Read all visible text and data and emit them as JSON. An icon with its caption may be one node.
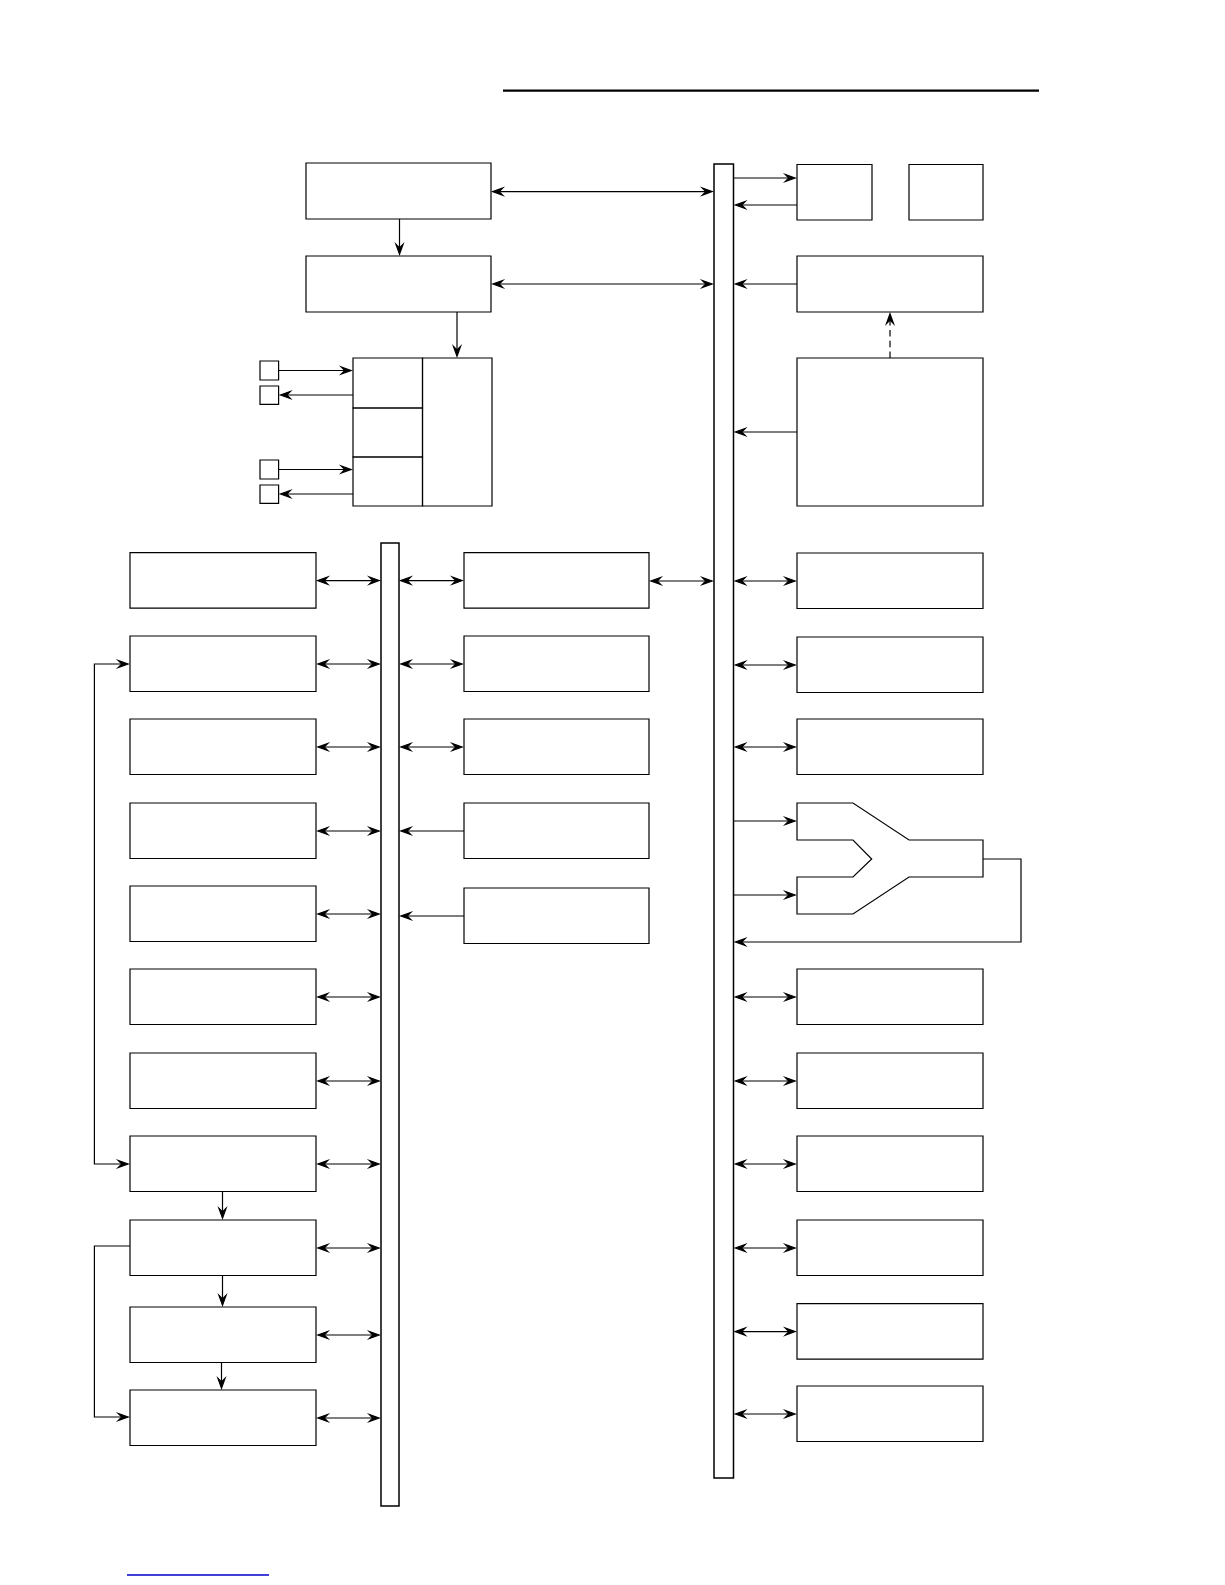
{
  "diagram": {
    "nodes": [
      {
        "text": [],
        "shape": "box"
      },
      {
        "text": [],
        "shape": "box"
      },
      {
        "text": [],
        "shape": "box"
      },
      {
        "text": [],
        "shape": "box"
      },
      {
        "text": [],
        "shape": "box"
      },
      {
        "text": [],
        "shape": "box"
      },
      {
        "text": [],
        "shape": "box"
      },
      {
        "text": [],
        "shape": "box"
      },
      {
        "text": [],
        "shape": "box"
      },
      {
        "text": [],
        "shape": "box"
      },
      {
        "text": [],
        "shape": "box"
      },
      {
        "text": [],
        "shape": "box"
      },
      {
        "text": [],
        "shape": "box"
      },
      {
        "text": [],
        "shape": "box"
      },
      {
        "text": [],
        "shape": "bar"
      },
      {
        "text": [],
        "shape": "bar"
      },
      {
        "text": [],
        "shape": "box"
      },
      {
        "text": [],
        "shape": "box"
      },
      {
        "text": [],
        "shape": "box"
      },
      {
        "text": [],
        "shape": "box"
      },
      {
        "text": [],
        "shape": "box"
      },
      {
        "text": [],
        "shape": "box"
      },
      {
        "text": [],
        "shape": "box"
      },
      {
        "text": [],
        "shape": "box"
      },
      {
        "text": [],
        "shape": "box"
      },
      {
        "text": [],
        "shape": "box"
      },
      {
        "text": [],
        "shape": "box"
      },
      {
        "text": [],
        "shape": "box"
      },
      {
        "text": [],
        "shape": "box"
      },
      {
        "text": [],
        "shape": "fork"
      },
      {
        "text": [],
        "shape": "box"
      },
      {
        "text": [],
        "shape": "box"
      },
      {
        "text": [],
        "shape": "box"
      },
      {
        "text": [],
        "shape": "box"
      },
      {
        "text": [],
        "shape": "box"
      },
      {
        "text": [],
        "shape": "box"
      },
      {
        "text": [],
        "shape": "box"
      },
      {
        "text": [],
        "shape": "box"
      },
      {
        "text": [],
        "shape": "box"
      },
      {
        "text": [],
        "shape": "box"
      },
      {
        "text": [],
        "shape": "box"
      },
      {
        "text": [],
        "shape": "box"
      }
    ],
    "edges": [
      {
        "from": 0,
        "to": 15,
        "arrow": "both"
      },
      {
        "from": 0,
        "to": 3,
        "arrow": "to"
      },
      {
        "from": 3,
        "to": 15,
        "arrow": "both"
      },
      {
        "from": 15,
        "to": 1,
        "arrow": "to"
      },
      {
        "from": 1,
        "to": 15,
        "arrow": "to"
      },
      {
        "from": 4,
        "to": 15,
        "arrow": "to"
      },
      {
        "from": 13,
        "to": 4,
        "arrow": "to",
        "style": "dashed"
      },
      {
        "from": 13,
        "to": 15,
        "arrow": "to"
      },
      {
        "from": 3,
        "to": 12,
        "arrow": "to"
      },
      {
        "from": 5,
        "to": 7,
        "arrow": "to"
      },
      {
        "from": 7,
        "to": 6,
        "arrow": "to"
      },
      {
        "from": 9,
        "to": 11,
        "arrow": "to"
      },
      {
        "from": 11,
        "to": 10,
        "arrow": "to"
      },
      {
        "from": 17,
        "to": 15,
        "arrow": "both"
      },
      {
        "from": 16,
        "to": 14,
        "arrow": "both"
      },
      {
        "from": 19,
        "to": 14,
        "arrow": "both"
      },
      {
        "from": 22,
        "to": 14,
        "arrow": "both"
      },
      {
        "from": 25,
        "to": 14,
        "arrow": "both"
      },
      {
        "from": 27,
        "to": 14,
        "arrow": "both"
      },
      {
        "from": 30,
        "to": 14,
        "arrow": "both"
      },
      {
        "from": 32,
        "to": 14,
        "arrow": "both"
      },
      {
        "from": 34,
        "to": 14,
        "arrow": "both"
      },
      {
        "from": 36,
        "to": 14,
        "arrow": "both"
      },
      {
        "from": 38,
        "to": 14,
        "arrow": "both"
      },
      {
        "from": 40,
        "to": 14,
        "arrow": "both"
      },
      {
        "from": 14,
        "to": 17,
        "arrow": "both"
      },
      {
        "from": 14,
        "to": 20,
        "arrow": "both"
      },
      {
        "from": 14,
        "to": 23,
        "arrow": "both"
      },
      {
        "from": 26,
        "to": 14,
        "arrow": "to"
      },
      {
        "from": 28,
        "to": 14,
        "arrow": "to"
      },
      {
        "from": 15,
        "to": 18,
        "arrow": "both"
      },
      {
        "from": 15,
        "to": 21,
        "arrow": "both"
      },
      {
        "from": 15,
        "to": 24,
        "arrow": "both"
      },
      {
        "from": 15,
        "to": 29,
        "arrow": "to"
      },
      {
        "from": 15,
        "to": 29,
        "arrow": "to"
      },
      {
        "from": 29,
        "to": 15,
        "arrow": "to"
      },
      {
        "from": 15,
        "to": 31,
        "arrow": "both"
      },
      {
        "from": 15,
        "to": 33,
        "arrow": "both"
      },
      {
        "from": 15,
        "to": 35,
        "arrow": "both"
      },
      {
        "from": 15,
        "to": 37,
        "arrow": "both"
      },
      {
        "from": 15,
        "to": 39,
        "arrow": "both"
      },
      {
        "from": 15,
        "to": 41,
        "arrow": "both"
      },
      {
        "from": 19,
        "to": 34,
        "arrow": "both"
      },
      {
        "from": 34,
        "to": 36,
        "arrow": "to"
      },
      {
        "from": 36,
        "to": 38,
        "arrow": "to"
      },
      {
        "from": 38,
        "to": 40,
        "arrow": "to"
      },
      {
        "from": 36,
        "to": 40,
        "arrow": "to"
      }
    ]
  }
}
